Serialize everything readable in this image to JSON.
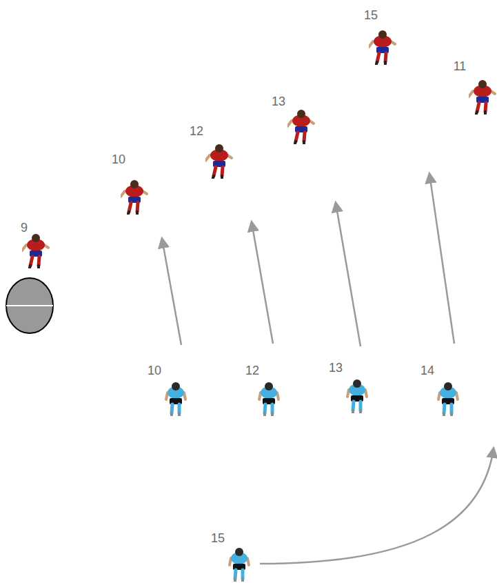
{
  "diagram": {
    "labels": [
      "15",
      "11",
      "13",
      "12",
      "10",
      "9",
      "10",
      "12",
      "13",
      "14",
      "15"
    ]
  }
}
